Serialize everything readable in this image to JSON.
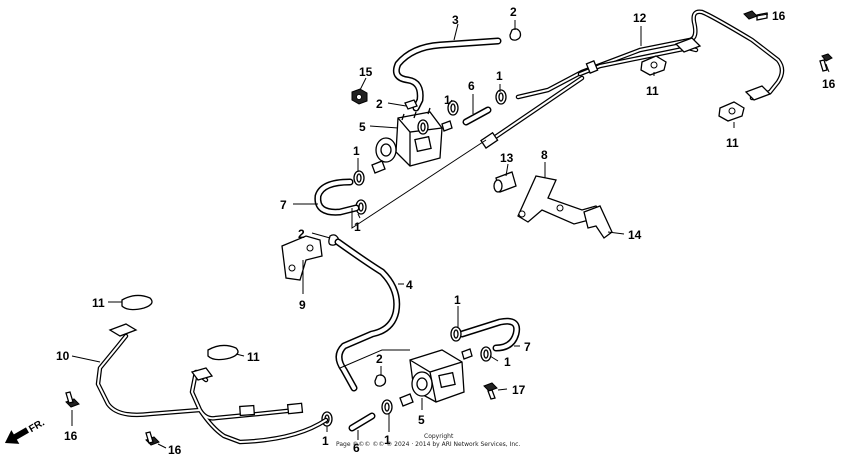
{
  "diagram": {
    "callouts": {
      "c1a": "1",
      "c1b": "1",
      "c1c": "1",
      "c1d": "1",
      "c1e": "1",
      "c1f": "1",
      "c1g": "1",
      "c1h": "1",
      "c2a": "2",
      "c2b": "2",
      "c2c": "2",
      "c2d": "2",
      "c3": "3",
      "c4": "4",
      "c5a": "5",
      "c5b": "5",
      "c6a": "6",
      "c6b": "6",
      "c7a": "7",
      "c7b": "7",
      "c8": "8",
      "c9": "9",
      "c10": "10",
      "c11a": "11",
      "c11b": "11",
      "c11c": "11",
      "c11d": "11",
      "c12": "12",
      "c13": "13",
      "c14": "14",
      "c15": "15",
      "c16a": "16",
      "c16b": "16",
      "c16c": "16",
      "c16d": "16",
      "c17": "17"
    },
    "direction_label": "FR.",
    "copyright_line1": "Copyright",
    "copyright_line2": "Page ©©© ©© © 2024 · 2014 by ARI Network Services, Inc."
  }
}
